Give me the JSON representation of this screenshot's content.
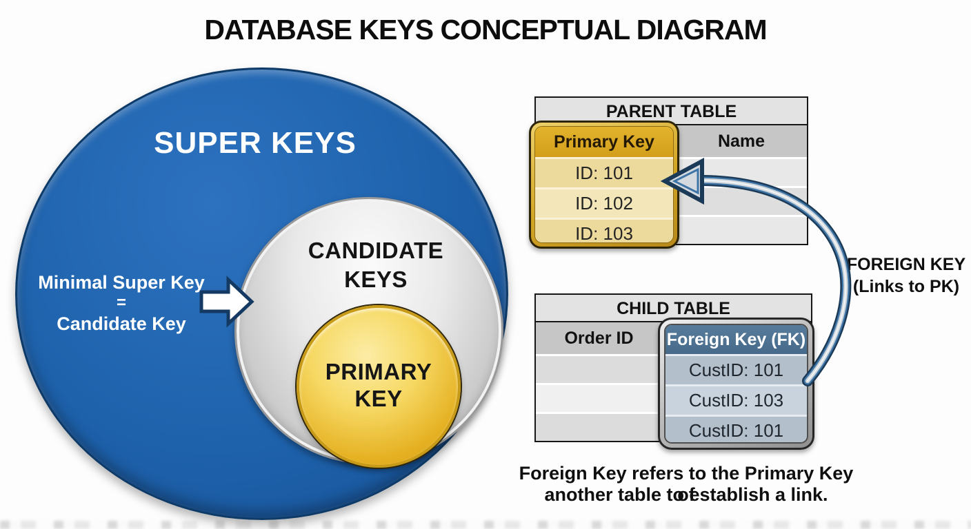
{
  "title": "DATABASE KEYS CONCEPTUAL DIAGRAM",
  "venn": {
    "super_keys_label": "SUPER KEYS",
    "candidate_keys": {
      "line1": "CANDIDATE",
      "line2": "KEYS"
    },
    "primary_key": {
      "line1": "PRIMARY",
      "line2": "KEY"
    },
    "annotation": {
      "line1": "Minimal Super Key",
      "line2": "=",
      "line3": "Candidate Key"
    },
    "colors": {
      "super_keys": "#1e62ac",
      "candidate_keys": "#d6d6d6",
      "primary_key": "#e8b92e"
    }
  },
  "parent_table": {
    "title": "PARENT TABLE",
    "columns": {
      "pk": "Primary Key (PK)",
      "name": "Name"
    },
    "pk_rows": [
      "ID: 101",
      "ID: 102",
      "ID: 103"
    ],
    "name_rows": [
      "",
      "",
      ""
    ]
  },
  "child_table": {
    "title": "CHILD TABLE",
    "columns": {
      "order": "Order ID",
      "fk": "Foreign Key (FK)"
    },
    "order_rows": [
      "",
      "",
      ""
    ],
    "fk_rows": [
      "CustID: 101",
      "CustID: 103",
      "CustID: 101"
    ]
  },
  "foreign_key_label": {
    "line1": "FOREIGN KEY",
    "line2": "(Links to PK)"
  },
  "caption": {
    "line1": "Foreign Key refers to the Primary Key of",
    "line2": "another table to establish a link."
  },
  "arrow_colors": {
    "outline": "#1b3a57",
    "mid": "#3f75a6",
    "core": "#cdd4da"
  }
}
